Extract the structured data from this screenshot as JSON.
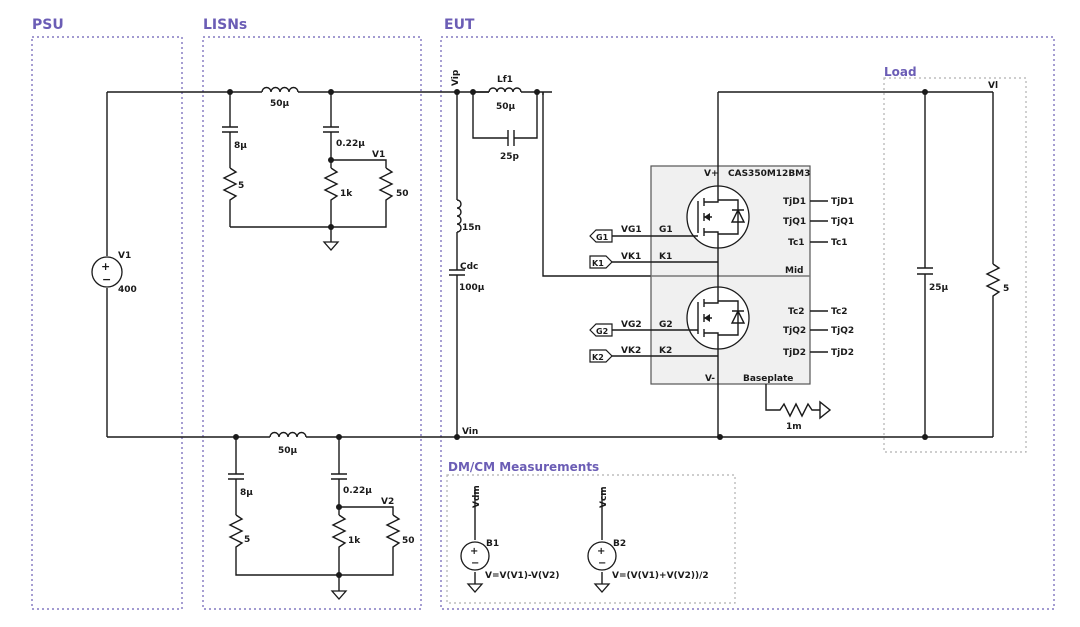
{
  "colors": {
    "region_title": "#6b5db5",
    "wire": "#1a1a1a",
    "module_fill": "#f0f0f0"
  },
  "regions": {
    "psu": "PSU",
    "lisns": "LISNs",
    "eut": "EUT",
    "load": "Load",
    "measurements": "DM/CM Measurements"
  },
  "psu": {
    "source_name": "V1",
    "source_value": "400"
  },
  "lisn_top": {
    "inductor": "50µ",
    "cap_left": "8µ",
    "res_left": "5",
    "cap_mid": "0.22µ",
    "res_mid": "1k",
    "node": "V1",
    "res_right": "50"
  },
  "lisn_bottom": {
    "inductor": "50µ",
    "cap_left": "8µ",
    "res_left": "5",
    "cap_mid": "0.22µ",
    "res_mid": "1k",
    "node": "V2",
    "res_right": "50"
  },
  "eut": {
    "vip": "Vip",
    "vin": "Vin",
    "lf_name": "Lf1",
    "lf_value": "50µ",
    "cap_parallel": "25p",
    "stray_ind": "15n",
    "cdc_name": "Cdc",
    "cdc_value": "100µ",
    "baseplate_res": "1m"
  },
  "module": {
    "name": "CAS350M12BM3",
    "pins": {
      "vplus": "V+",
      "vminus": "V-",
      "mid": "Mid",
      "baseplate": "Baseplate",
      "g1": "G1",
      "k1": "K1",
      "g2": "G2",
      "k2": "K2",
      "tjd1": "TjD1",
      "tjq1": "TjQ1",
      "tc1": "Tc1",
      "tc2": "Tc2",
      "tjq2": "TjQ2",
      "tjd2": "TjD2"
    },
    "ext_labels": {
      "tjd1": "TjD1",
      "tjq1": "TjQ1",
      "tc1": "Tc1",
      "tc2": "Tc2",
      "tjq2": "TjQ2",
      "tjd2": "TjD2"
    }
  },
  "gate_ports": {
    "g1_port": "G1",
    "vg1": "VG1",
    "k1_port": "K1",
    "vk1": "VK1",
    "g2_port": "G2",
    "vg2": "VG2",
    "k2_port": "K2",
    "vk2": "VK2"
  },
  "load": {
    "node": "Vl",
    "cap": "25µ",
    "res": "5"
  },
  "measurements": {
    "b1_node": "Vdm",
    "b1_name": "B1",
    "b1_expr": "V=V(V1)-V(V2)",
    "b2_node": "Vcm",
    "b2_name": "B2",
    "b2_expr": "V=(V(V1)+V(V2))/2"
  }
}
